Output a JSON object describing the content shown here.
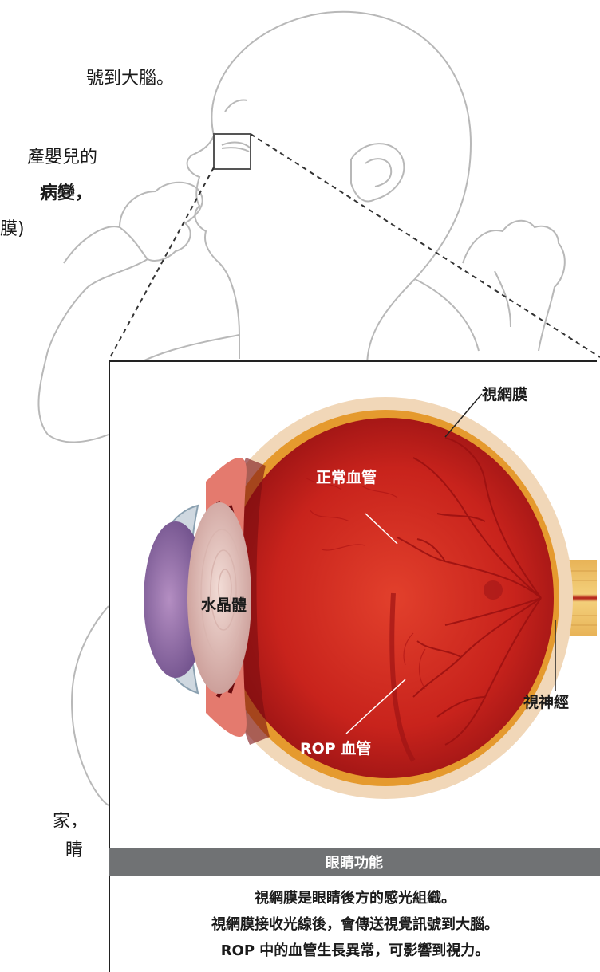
{
  "left_text": {
    "line1": "號到大腦。",
    "line2": "產嬰兒的",
    "line3": "病變，",
    "line4": "膜)",
    "line5": "家，",
    "line6": "睛"
  },
  "eye_labels": {
    "retina": "視網膜",
    "normal_vessels": "正常血管",
    "lens": "水晶體",
    "optic_nerve": "視神經",
    "rop_vessels": "ROP 血管"
  },
  "function_box": {
    "title": "眼睛功能",
    "lines": [
      "視網膜是眼睛後方的感光組織。",
      "視網膜接收光線後，會傳送視覺訊號到大腦。",
      "ROP 中的血管生長異常，可影響到視力。"
    ]
  }
}
